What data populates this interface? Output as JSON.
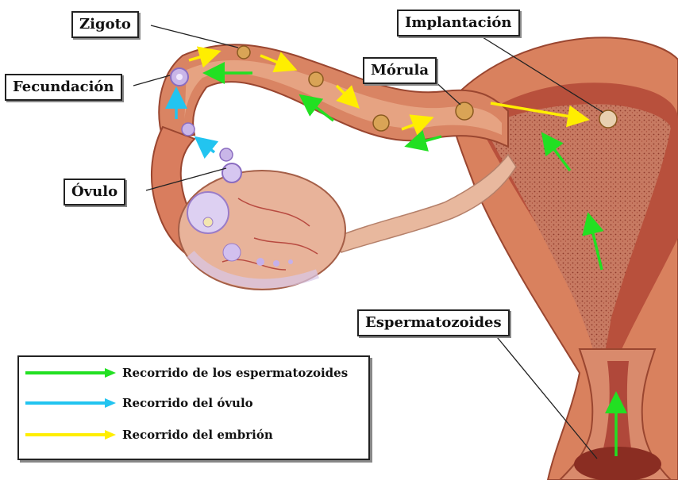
{
  "labels": {
    "zigoto": "Zigoto",
    "fecundacion": "Fecundación",
    "ovulo": "Óvulo",
    "morula": "Mórula",
    "implantacion": "Implantación",
    "espermatozoides": "Espermatozoides"
  },
  "legend": {
    "items": [
      {
        "text": "Recorrido de los espermatozoides",
        "color": "#22e022"
      },
      {
        "text": "Recorrido del óvulo",
        "color": "#22c4f0"
      },
      {
        "text": "Recorrido del embrión",
        "color": "#ffee00"
      }
    ]
  },
  "colors": {
    "muscle": "#d97c5c",
    "muscle_dark": "#c05a3e",
    "lining": "#b0483a",
    "tube_inner": "#e29a7a",
    "ovary": "#e8b89e",
    "cell": "#c9b6e8",
    "sperm_arrow": "#22e022",
    "ovum_arrow": "#22c4f0",
    "embryo_arrow": "#ffee00"
  }
}
